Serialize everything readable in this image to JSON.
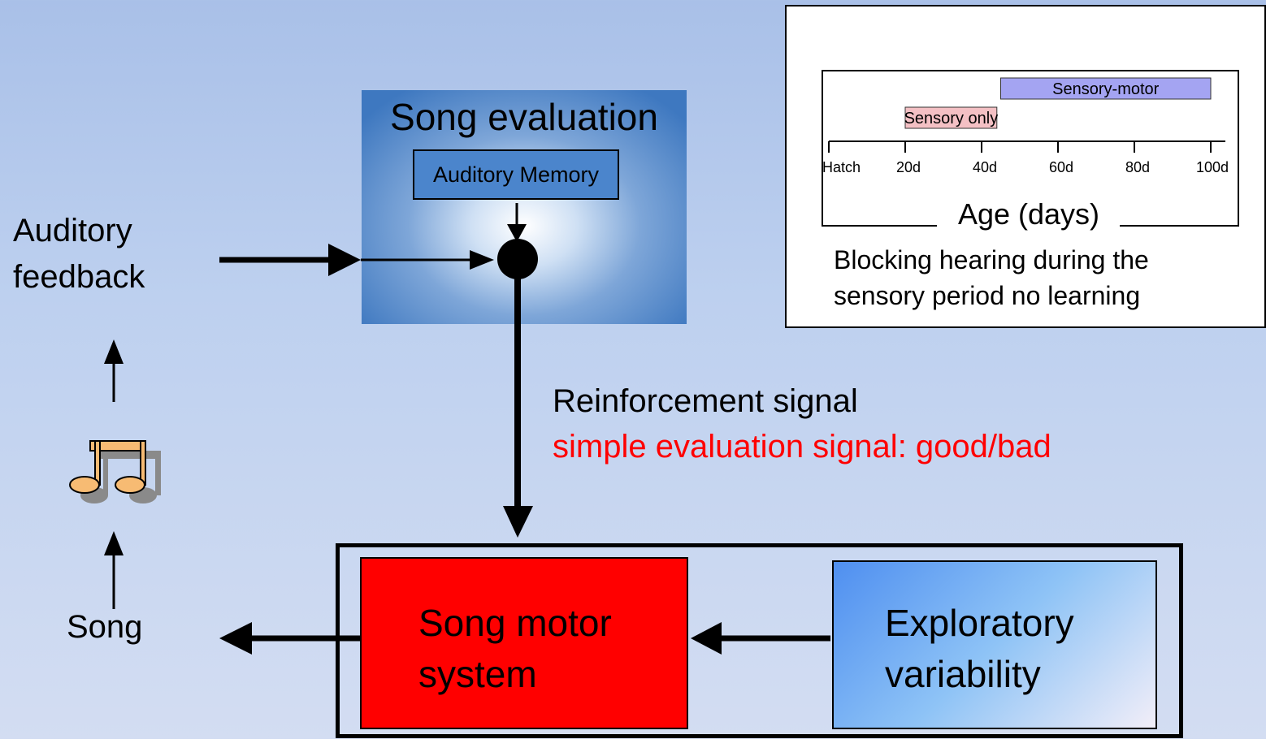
{
  "song_evaluation": {
    "title": "Song evaluation",
    "memory_label": "Auditory Memory"
  },
  "labels": {
    "auditory_feedback": "Auditory\nfeedback",
    "song": "Song",
    "reinforcement": "Reinforcement signal",
    "simple_evaluation": "simple evaluation signal: good/bad"
  },
  "motor": {
    "label": "Song motor\nsystem"
  },
  "exploratory": {
    "label": "Exploratory\nvariability"
  },
  "timeline": {
    "bars": [
      {
        "label": "Sensory-motor",
        "start": 45,
        "end": 100,
        "color": "#a4a4f2"
      },
      {
        "label": "Sensory only",
        "start": 20,
        "end": 44,
        "color": "#f4c0c4"
      }
    ],
    "ticks": [
      {
        "value": 0,
        "label": "Hatch"
      },
      {
        "value": 20,
        "label": "20d"
      },
      {
        "value": 40,
        "label": "40d"
      },
      {
        "value": 60,
        "label": "60d"
      },
      {
        "value": 80,
        "label": "80d"
      },
      {
        "value": 100,
        "label": "100d"
      }
    ],
    "axis_label": "Age (days)",
    "note": "Blocking hearing during the\nsensory period no learning"
  },
  "colors": {
    "motor": "#ff0000",
    "reinforcement_text": "#ff0000"
  },
  "icons": {
    "music": "music-notes-icon"
  }
}
